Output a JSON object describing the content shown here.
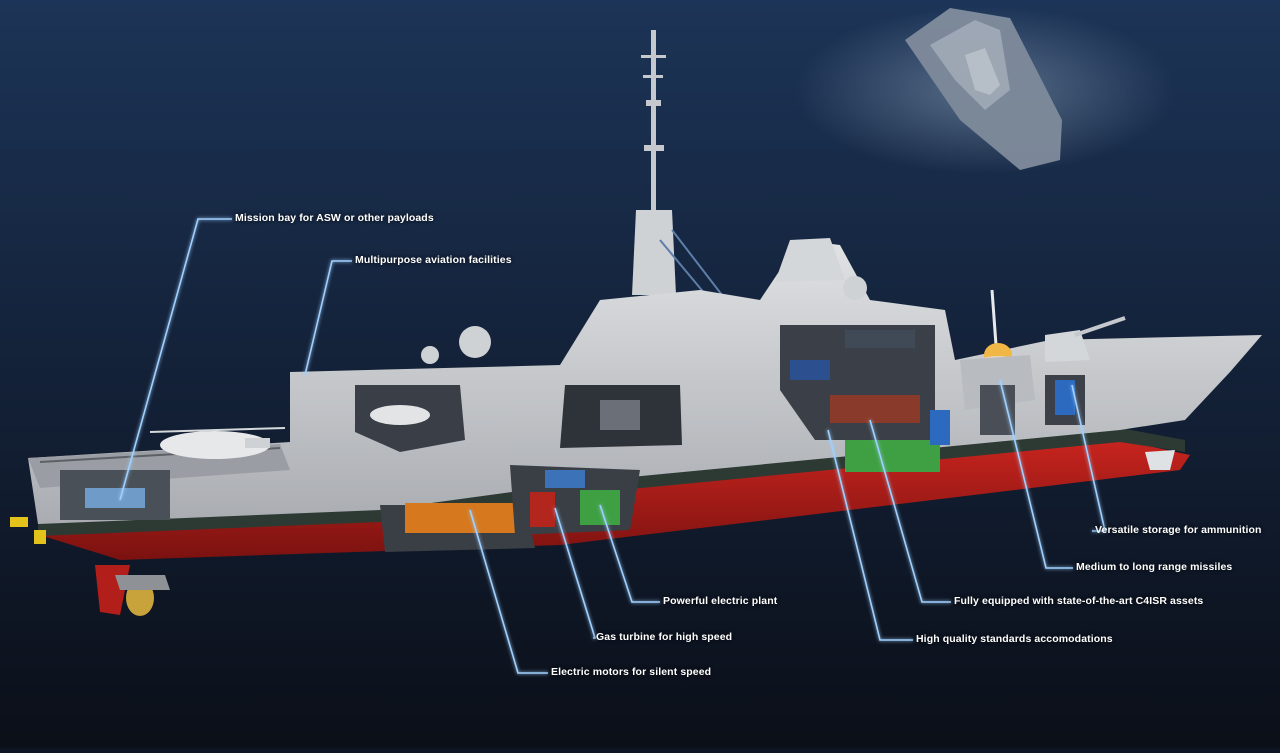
{
  "colors": {
    "background_top": "#1c3457",
    "background_bottom": "#0b0f18",
    "hull_grey": "#c9cbce",
    "hull_dark": "#8e9196",
    "hull_red": "#b21e19",
    "boot_top": "#2d3a33",
    "callout_line": "#9fd0ff",
    "callout_glow": "#2f7dff",
    "label_text": "#ffffff"
  },
  "icons": {
    "ship": "frigate-cutaway-illustration",
    "escort_ship": "frigate-at-sea-background"
  },
  "callouts": [
    {
      "id": "mission-bay",
      "label": "Mission bay for ASW or other payloads"
    },
    {
      "id": "aviation",
      "label": "Multipurpose aviation facilities"
    },
    {
      "id": "ammunition",
      "label": "Versatile storage for ammunition"
    },
    {
      "id": "missiles",
      "label": "Medium to long range missiles"
    },
    {
      "id": "c4isr",
      "label": "Fully equipped with state-of-the-art C4ISR assets"
    },
    {
      "id": "accomodations",
      "label": "High quality standards accomodations"
    },
    {
      "id": "electric-plant",
      "label": "Powerful electric plant"
    },
    {
      "id": "gas-turbine",
      "label": "Gas turbine for high speed"
    },
    {
      "id": "electric-motors",
      "label": "Electric motors for silent speed"
    }
  ]
}
